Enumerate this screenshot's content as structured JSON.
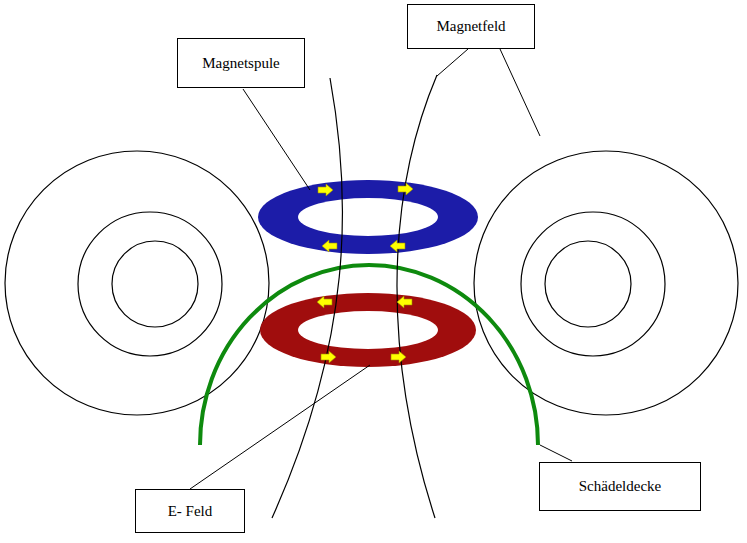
{
  "diagram": {
    "nodes": [
      {
        "text": [
          "Magnetspule"
        ]
      },
      {
        "text": [
          "Magnetfeld"
        ]
      },
      {
        "text": [
          "E- Feld"
        ]
      },
      {
        "text": [
          "Schädeldecke"
        ]
      }
    ]
  }
}
